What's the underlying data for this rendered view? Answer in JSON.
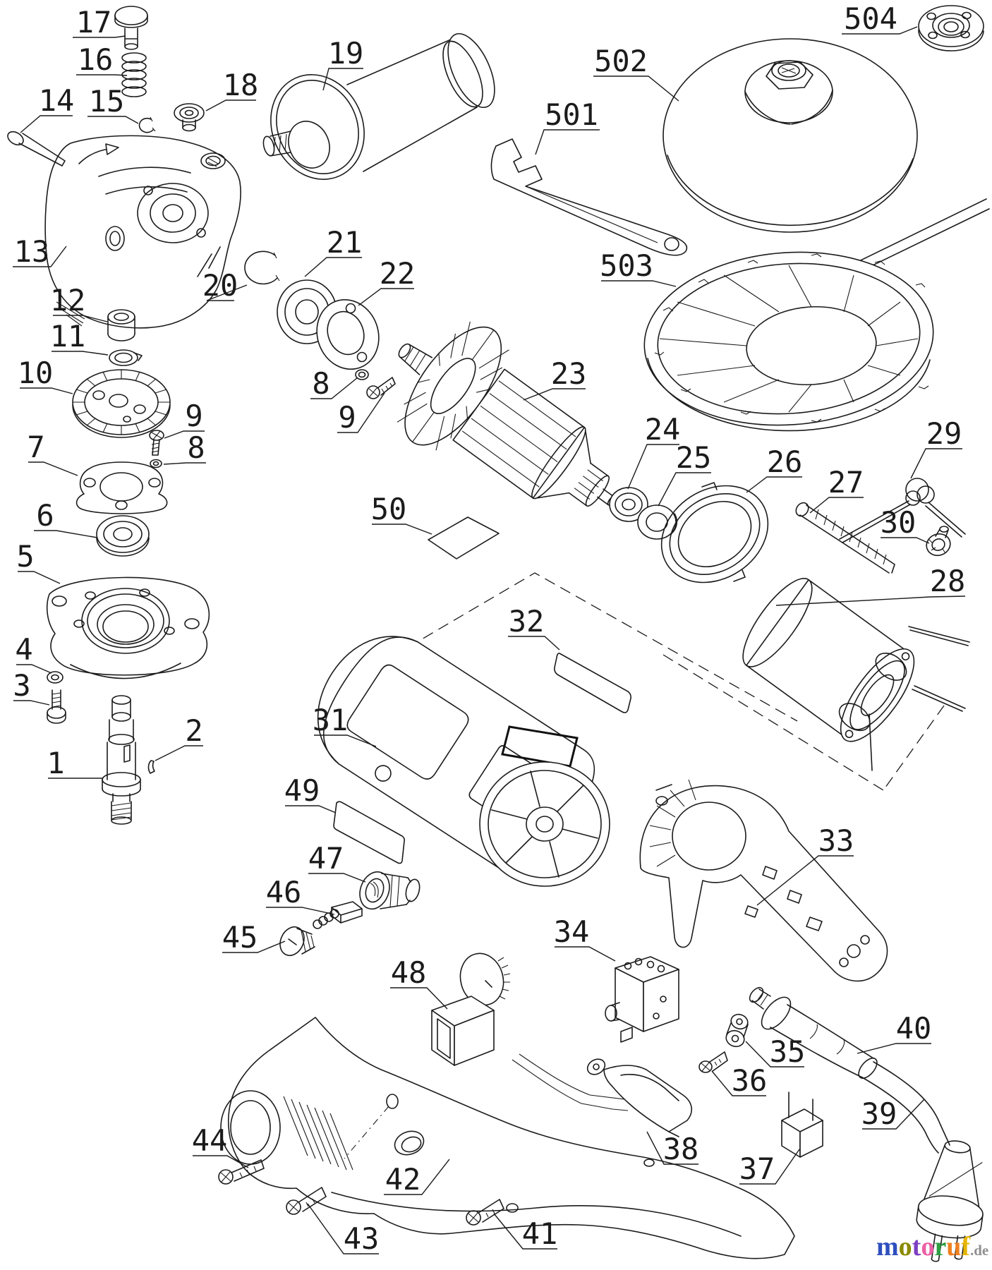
{
  "diagram": {
    "type": "exploded-parts-diagram",
    "labels": {
      "1": "1",
      "2": "2",
      "3": "3",
      "4": "4",
      "5": "5",
      "6": "6",
      "7": "7",
      "8": "8",
      "9": "9",
      "10": "10",
      "11": "11",
      "12": "12",
      "13": "13",
      "14": "14",
      "15": "15",
      "16": "16",
      "17": "17",
      "18": "18",
      "19": "19",
      "20": "20",
      "21": "21",
      "22": "22",
      "23": "23",
      "24": "24",
      "25": "25",
      "26": "26",
      "27": "27",
      "28": "28",
      "29": "29",
      "30": "30",
      "31": "31",
      "32": "32",
      "33": "33",
      "34": "34",
      "35": "35",
      "36": "36",
      "37": "37",
      "38": "38",
      "39": "39",
      "40": "40",
      "41": "41",
      "42": "42",
      "43": "43",
      "44": "44",
      "45": "45",
      "46": "46",
      "47": "47",
      "48": "48",
      "49": "49",
      "50": "50",
      "501": "501",
      "502": "502",
      "503": "503",
      "504": "504"
    },
    "watermark": {
      "word": "motoruf",
      "suffix": ".de",
      "suffix_color": "#8f8f8f",
      "letters": [
        {
          "ch": "m",
          "color": "#2e4fbe"
        },
        {
          "ch": "o",
          "color": "#8a8a00"
        },
        {
          "ch": "t",
          "color": "#7d3fc1"
        },
        {
          "ch": "o",
          "color": "#ec5fa5"
        },
        {
          "ch": "r",
          "color": "#2e9e44"
        },
        {
          "ch": "u",
          "color": "#ef7f1f"
        },
        {
          "ch": "f",
          "color": "#e6b400"
        }
      ]
    }
  }
}
